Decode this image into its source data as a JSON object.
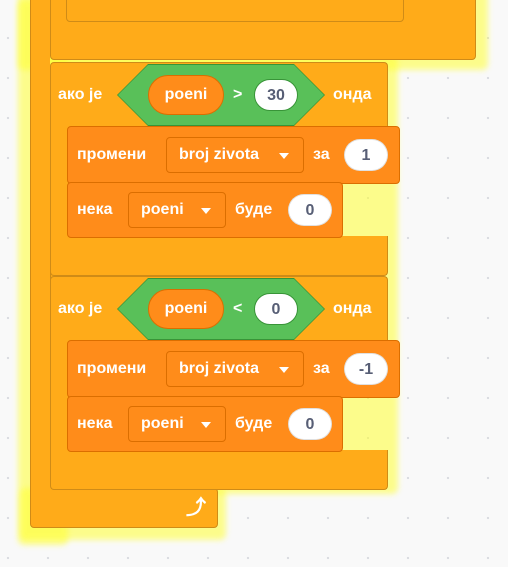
{
  "blocks": {
    "if1": {
      "if_label": "ако је",
      "then_label": "онда",
      "condition": {
        "variable": "poeni",
        "operator": ">",
        "value": "30"
      },
      "change": {
        "label": "промени",
        "variable": "broj zivota",
        "by_label": "за",
        "value": "1"
      },
      "set": {
        "label": "нека",
        "variable": "poeni",
        "to_label": "буде",
        "value": "0"
      }
    },
    "if2": {
      "if_label": "ако је",
      "then_label": "онда",
      "condition": {
        "variable": "poeni",
        "operator": "<",
        "value": "0"
      },
      "change": {
        "label": "промени",
        "variable": "broj zivota",
        "by_label": "за",
        "value": "-1"
      },
      "set": {
        "label": "нека",
        "variable": "poeni",
        "to_label": "буде",
        "value": "0"
      }
    },
    "loop_end_icon": "loop-arrow-icon"
  },
  "colors": {
    "control": "#ffab19",
    "variables": "#ff8c1a",
    "operators": "#59c059",
    "highlight": "#ffff33"
  }
}
